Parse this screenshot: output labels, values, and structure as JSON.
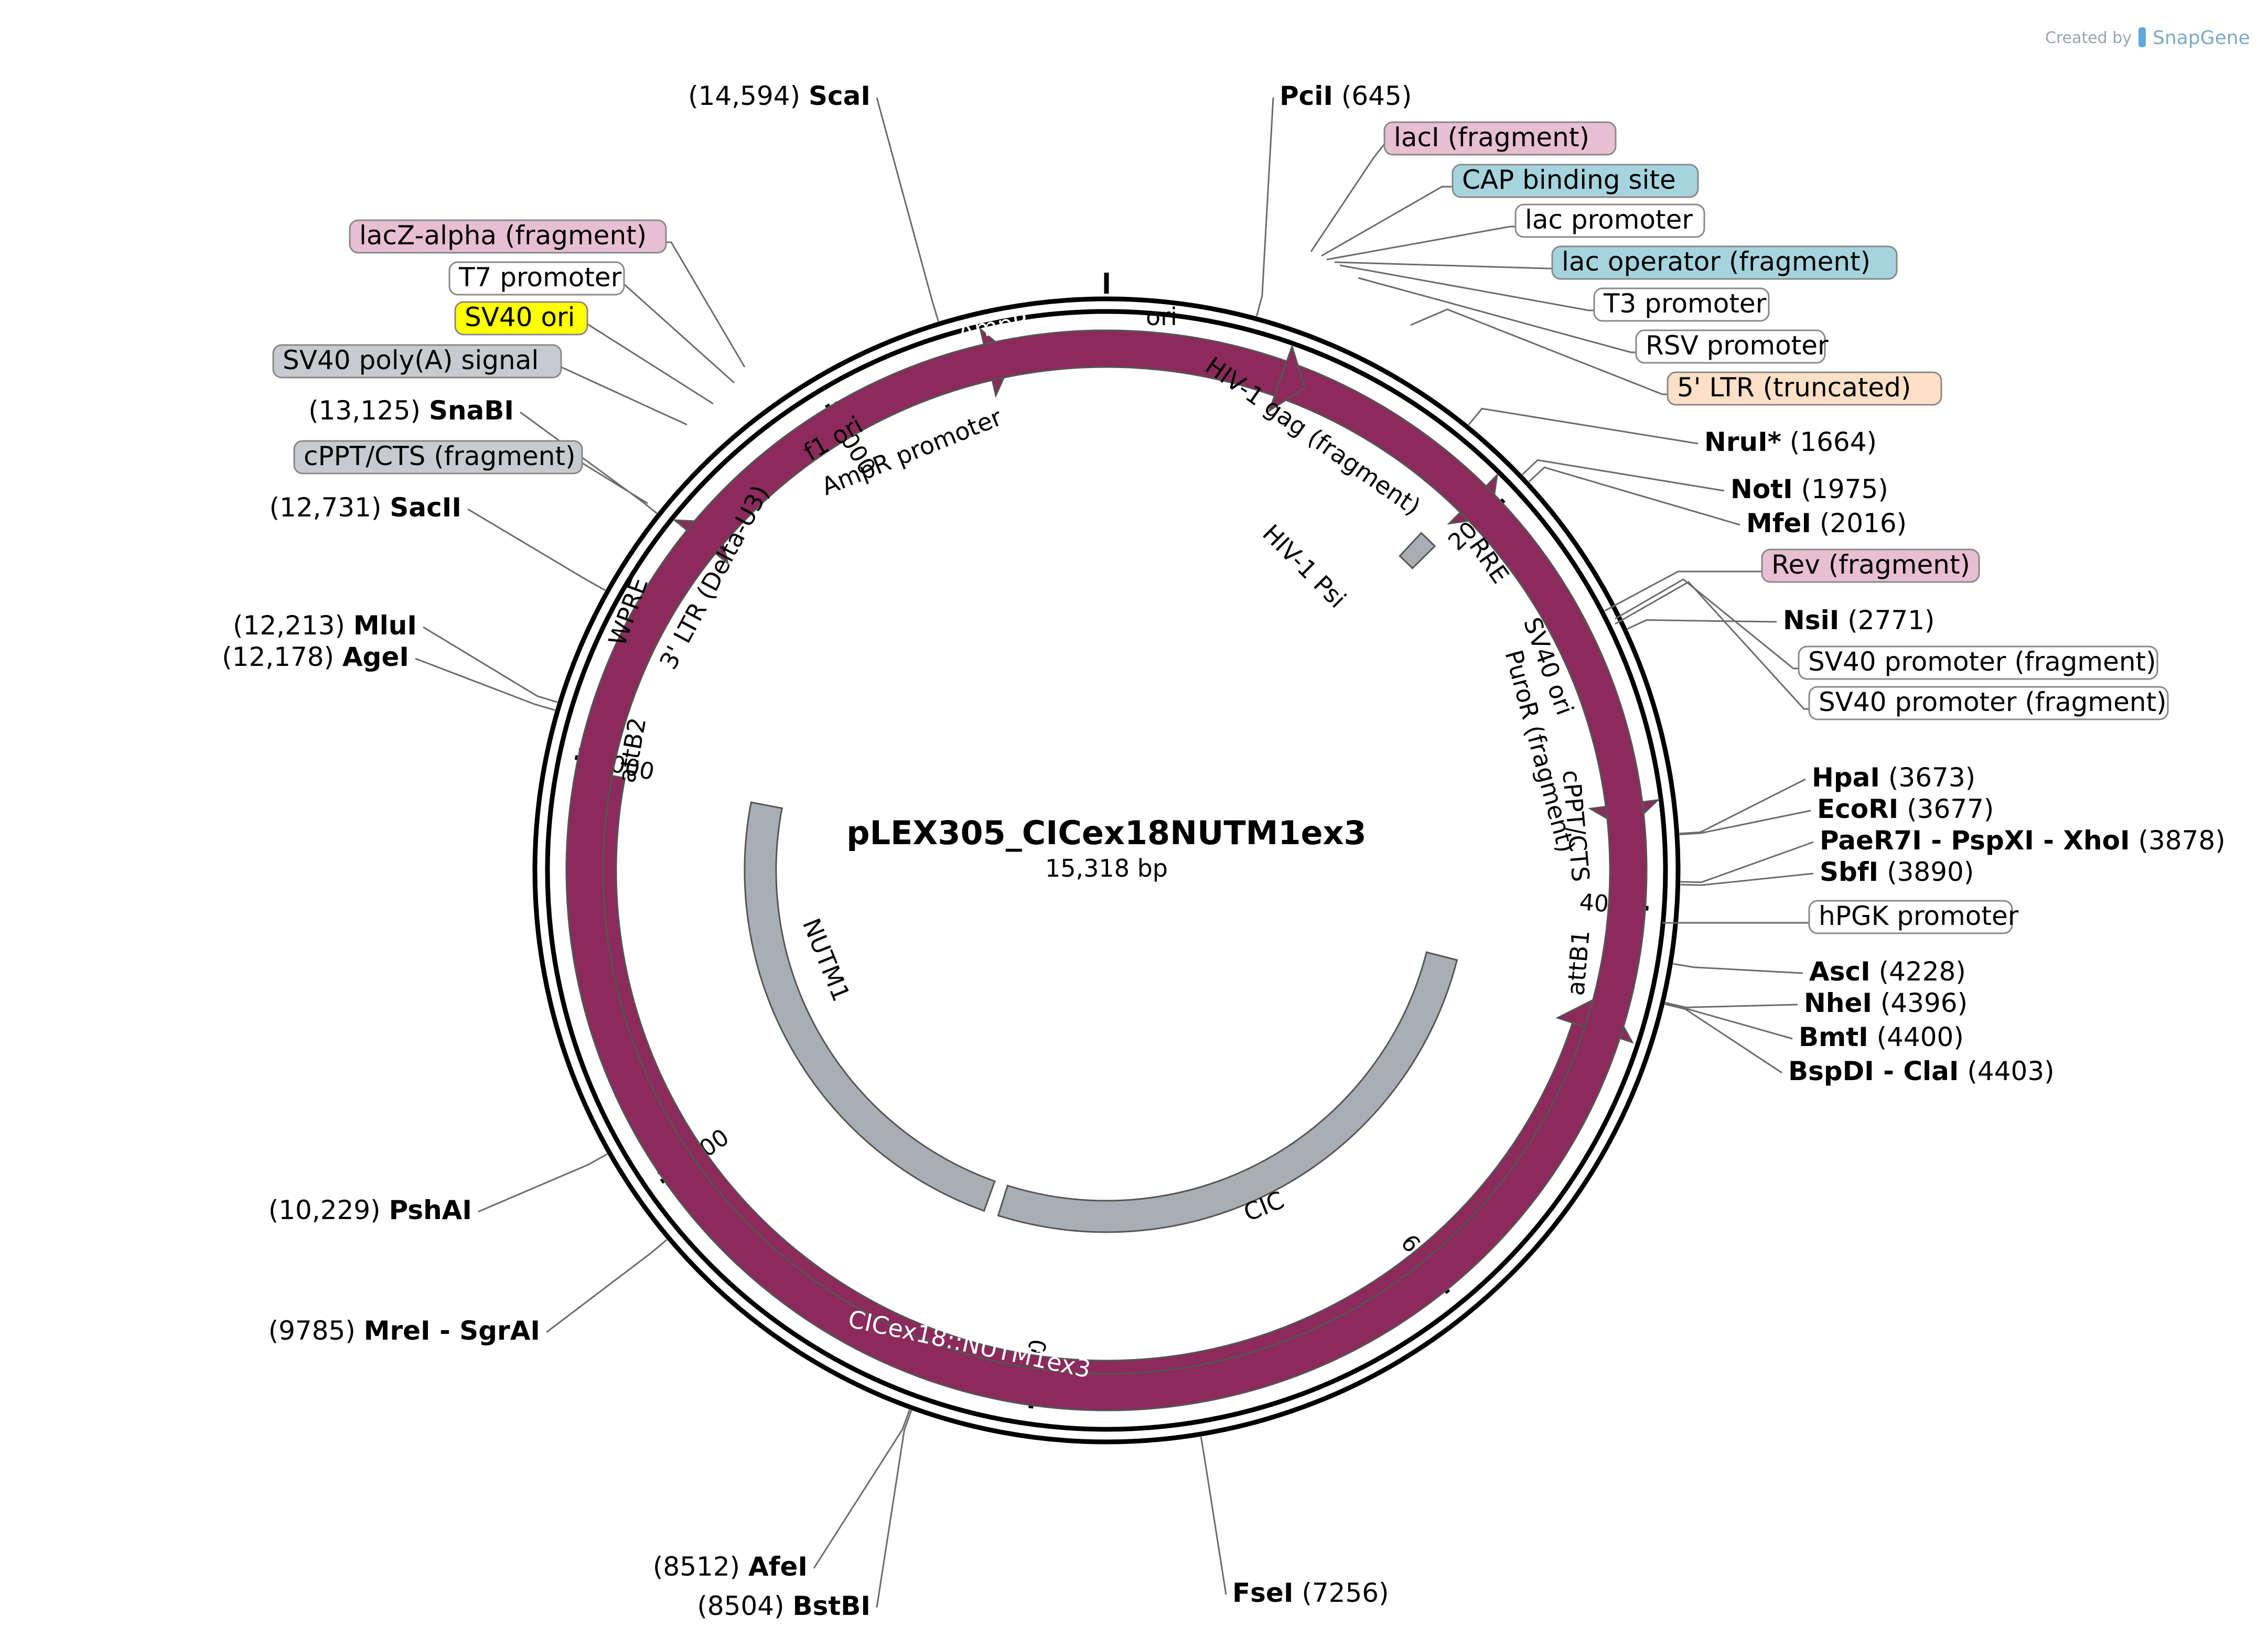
{
  "plasmid": {
    "name": "pLEX305_CICex18NUTM1ex3",
    "size_label": "15,318 bp",
    "size_bp": 15318
  },
  "credit": {
    "prefix": "Created by",
    "brand": "SnapGene"
  },
  "colors": {
    "maroon": "#8b2a5b",
    "yellow": "#ffff00",
    "gray": "#a8aeb4",
    "peach": "#fde0c5",
    "teal": "#4a9aa8",
    "white": "#ffffff",
    "pink_box": "#e8bfd2",
    "blue_box": "#a6d4de",
    "peach_box": "#fde0c5",
    "yellow_box": "#ffff00",
    "gray_box": "#c7cbcf",
    "white_box": "#ffffff"
  },
  "ticks": [
    {
      "label": "2000",
      "bp": 2000
    },
    {
      "label": "4000",
      "bp": 4000
    },
    {
      "label": "6000",
      "bp": 6000
    },
    {
      "label": "8000",
      "bp": 8000
    },
    {
      "label": "10,000",
      "bp": 10000
    },
    {
      "label": "12,000",
      "bp": 12000
    },
    {
      "label": "14,000",
      "bp": 14000
    }
  ],
  "sites": [
    {
      "name": "PciI",
      "pos": "(645)",
      "bp": 645
    },
    {
      "name": "NruI*",
      "pos": "(1664)",
      "bp": 1664
    },
    {
      "name": "NotI",
      "pos": "(1975)",
      "bp": 1975
    },
    {
      "name": "MfeI",
      "pos": "(2016)",
      "bp": 2016
    },
    {
      "name": "NsiI",
      "pos": "(2771)",
      "bp": 2771
    },
    {
      "name": "HpaI",
      "pos": "(3673)",
      "bp": 3673
    },
    {
      "name": "EcoRI",
      "pos": "(3677)",
      "bp": 3677
    },
    {
      "name": "PaeR7I - PspXI - XhoI",
      "pos": "(3878)",
      "bp": 3878
    },
    {
      "name": "SbfI",
      "pos": "(3890)",
      "bp": 3890
    },
    {
      "name": "AscI",
      "pos": "(4228)",
      "bp": 4228
    },
    {
      "name": "NheI",
      "pos": "(4396)",
      "bp": 4396
    },
    {
      "name": "BmtI",
      "pos": "(4400)",
      "bp": 4400
    },
    {
      "name": "BspDI - ClaI",
      "pos": "(4403)",
      "bp": 4403
    },
    {
      "name": "FseI",
      "pos": "(7256)",
      "bp": 7256
    },
    {
      "name": "BstBI",
      "pos": "(8504)",
      "bp": 8504
    },
    {
      "name": "AfeI",
      "pos": "(8512)",
      "bp": 8512
    },
    {
      "name": "MreI - SgrAI",
      "pos": "(9785)",
      "bp": 9785
    },
    {
      "name": "PshAI",
      "pos": "(10,229)",
      "bp": 10229
    },
    {
      "name": "AgeI",
      "pos": "(12,178)",
      "bp": 12178
    },
    {
      "name": "MluI",
      "pos": "(12,213)",
      "bp": 12213
    },
    {
      "name": "SacII",
      "pos": "(12,731)",
      "bp": 12731
    },
    {
      "name": "SnaBI",
      "pos": "(13,125)",
      "bp": 13125
    },
    {
      "name": "ScaI",
      "pos": "(14,594)",
      "bp": 14594
    }
  ],
  "boxed_labels": [
    {
      "text": "lacI (fragment)",
      "color": "pink"
    },
    {
      "text": "CAP binding site",
      "color": "blue"
    },
    {
      "text": "lac promoter",
      "color": "white"
    },
    {
      "text": "lac operator (fragment)",
      "color": "blue"
    },
    {
      "text": "T3 promoter",
      "color": "white"
    },
    {
      "text": "RSV promoter",
      "color": "white"
    },
    {
      "text": "5' LTR (truncated)",
      "color": "peach"
    },
    {
      "text": "Rev (fragment)",
      "color": "pink"
    },
    {
      "text": "SV40 promoter (fragment)",
      "color": "white"
    },
    {
      "text": "SV40 promoter (fragment)",
      "color": "white"
    },
    {
      "text": "hPGK promoter",
      "color": "white"
    },
    {
      "text": "lacZ-alpha (fragment)",
      "color": "pink"
    },
    {
      "text": "T7 promoter",
      "color": "white"
    },
    {
      "text": "SV40 ori",
      "color": "yellow"
    },
    {
      "text": "SV40 poly(A) signal",
      "color": "gray"
    },
    {
      "text": "cPPT/CTS (fragment)",
      "color": "gray"
    }
  ],
  "features": [
    {
      "name": "ori",
      "start": 14930,
      "end": 15300,
      "kind": "box",
      "color": "yellow"
    },
    {
      "name": "AmpR",
      "start": 13800,
      "end": 14880,
      "kind": "arrow-cw",
      "color": "maroon"
    },
    {
      "name": "AmpR promoter",
      "start": 13690,
      "end": 13790,
      "kind": "box",
      "color": "white"
    },
    {
      "name": "f1 ori",
      "start": 13280,
      "end": 13620,
      "kind": "box",
      "color": "yellow"
    },
    {
      "name": "lacZ-alpha (fragment)",
      "start": 13140,
      "end": 13270,
      "kind": "arrow-cw",
      "color": "maroon"
    },
    {
      "name": "SV40 ori",
      "start": 12960,
      "end": 13100,
      "kind": "box",
      "color": "yellow"
    },
    {
      "name": "SV40 poly(A) signal",
      "start": 12860,
      "end": 12945,
      "kind": "box",
      "color": "gray"
    },
    {
      "name": "3' LTR (Delta-U3)",
      "start": 12610,
      "end": 12830,
      "kind": "box",
      "color": "peach"
    },
    {
      "name": "WPRE",
      "start": 12040,
      "end": 12590,
      "kind": "box",
      "color": "gray"
    },
    {
      "name": "attB2",
      "start": 11960,
      "end": 12010,
      "kind": "box",
      "color": "teal"
    },
    {
      "name": "CICex18::NUTM1ex3",
      "start": 4420,
      "end": 11950,
      "kind": "arrow-ccw",
      "color": "maroon"
    },
    {
      "name": "attB1",
      "start": 4405,
      "end": 4440,
      "kind": "box",
      "color": "teal"
    },
    {
      "name": "hPGK promoter",
      "start": 3920,
      "end": 4400,
      "kind": "box",
      "color": "white"
    },
    {
      "name": "cPPT/CTS",
      "start": 3790,
      "end": 3880,
      "kind": "box",
      "color": "gray"
    },
    {
      "name": "PuroR (fragment)",
      "start": 3060,
      "end": 3640,
      "kind": "arrow-cw",
      "color": "maroon"
    },
    {
      "name": "SV40 ori",
      "start": 2930,
      "end": 3040,
      "kind": "box",
      "color": "yellow"
    },
    {
      "name": "SV40 promoter (fragment)",
      "start": 2830,
      "end": 2920,
      "kind": "box",
      "color": "white"
    },
    {
      "name": "Rev (fragment)",
      "start": 2780,
      "end": 2830,
      "kind": "box",
      "color": "maroon"
    },
    {
      "name": "RRE",
      "start": 2160,
      "end": 2380,
      "kind": "box",
      "color": "gray"
    },
    {
      "name": "HIV-1 gag (fragment)",
      "start": 1640,
      "end": 2020,
      "kind": "arrow-cw",
      "color": "maroon"
    },
    {
      "name": "5' LTR (truncated)",
      "start": 1390,
      "end": 1620,
      "kind": "box",
      "color": "peach"
    },
    {
      "name": "RSV promoter",
      "start": 1100,
      "end": 1380,
      "kind": "box",
      "color": "white"
    },
    {
      "name": "lac operator (fragment)",
      "start": 1065,
      "end": 1085,
      "kind": "box",
      "color": "teal"
    },
    {
      "name": "T3 promoter",
      "start": 1030,
      "end": 1060,
      "kind": "box",
      "color": "white"
    },
    {
      "name": "lac promoter",
      "start": 980,
      "end": 1025,
      "kind": "box",
      "color": "white"
    },
    {
      "name": "CAP binding site",
      "start": 955,
      "end": 978,
      "kind": "box",
      "color": "teal"
    },
    {
      "name": "lacI (fragment)",
      "start": 880,
      "end": 950,
      "kind": "arrow-cw",
      "color": "maroon"
    }
  ],
  "inner_features": [
    {
      "name": "HIV-1 Psi",
      "start": 1830,
      "end": 1930,
      "color": "gray"
    },
    {
      "name": "CIC",
      "start": 4440,
      "end": 8400,
      "color": "gray"
    },
    {
      "name": "NUTM1",
      "start": 8500,
      "end": 11950,
      "color": "gray"
    }
  ],
  "feature_labels": {
    "ampr": "AmpR",
    "ori": "ori",
    "f1ori": "f1 ori",
    "amprpromoter": "AmpR promoter",
    "ltr3": "3' LTR (Delta-U3)",
    "wpre": "WPRE",
    "attb2": "attB2",
    "main": "CICex18::NUTM1ex3",
    "gag": "HIV-1 gag (fragment)",
    "psi": "HIV-1 Psi",
    "rre": "RRE",
    "sv40ori": "SV40 ori",
    "puror": "PuroR (fragment)",
    "cppt": "cPPT/CTS",
    "attb1": "attB1",
    "cic": "CIC",
    "nutm1": "NUTM1"
  }
}
